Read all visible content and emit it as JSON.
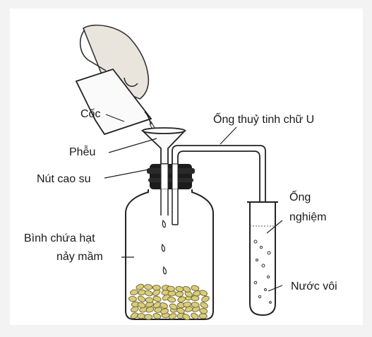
{
  "labels": {
    "coc": "Cốc",
    "ong_thuy_tinh": "Ống thuỷ tinh chữ U",
    "pheu": "Phễu",
    "nut_cao_su": "Nút cao su",
    "ong_nghiem_1": "Ống",
    "ong_nghiem_2": "nghiệm",
    "binh_1": "Bình chứa hạt",
    "binh_2": "nảy mầm",
    "nuoc_voi": "Nước vôi"
  },
  "colors": {
    "seeds": "#d9cc7a",
    "seed_outline": "#6b6330",
    "stopper": "#1c1c1c",
    "hand": "#e6e0d6"
  }
}
